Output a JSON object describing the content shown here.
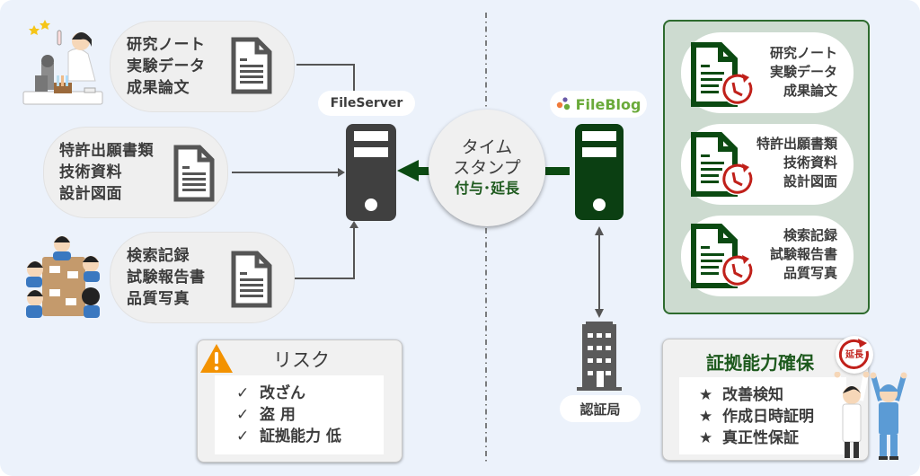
{
  "left_groups": [
    {
      "lines": "研究ノート\n実験データ\n成果論文",
      "illustration": "scientist-illustration"
    },
    {
      "lines": "特許出願書類\n技術資料\n設計図面"
    },
    {
      "lines": "検索記録\n試験報告書\n品質写真",
      "illustration": "meeting-illustration"
    }
  ],
  "file_server": {
    "label": "FileServer",
    "color": "#404040"
  },
  "timestamp": {
    "line1": "タイム",
    "line2": "スタンプ",
    "line3": "付与･延長",
    "accent": "#1e5a1e"
  },
  "fileblog": {
    "label": "FileBlog",
    "color": "#0b3f12",
    "label_color": "#6aaa3a"
  },
  "cert_authority": {
    "label": "認証局"
  },
  "right_groups": [
    {
      "lines": "研究ノート\n実験データ\n成果論文"
    },
    {
      "lines": "特許出願書類\n技術資料\n設計図面"
    },
    {
      "lines": "検索記録\n試験報告書\n品質写真"
    }
  ],
  "risk": {
    "title": "リスク",
    "mark": "✓",
    "items": [
      "改ざん",
      "盗 用",
      "証拠能力 低"
    ],
    "warning_color": "#f39200"
  },
  "evidence": {
    "title": "証拠能力確保",
    "mark": "★",
    "items": [
      "改善検知",
      "作成日時証明",
      "真正性保証"
    ],
    "badge": "延長",
    "title_color": "#1e5a1e"
  }
}
